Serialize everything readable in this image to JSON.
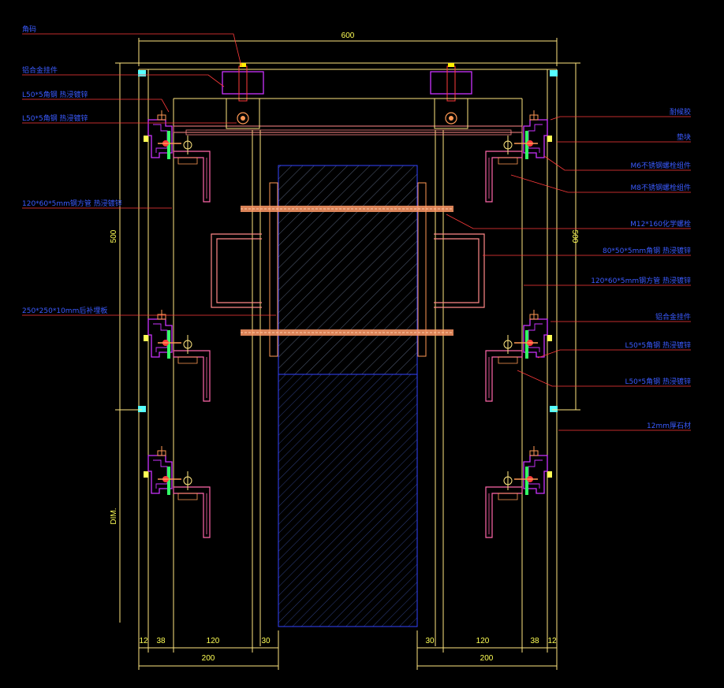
{
  "colors": {
    "background": "#000000",
    "dimension": "#ffff55",
    "outline": "#ffe680",
    "leader": "#ff3b3b",
    "label": "#3b5bff",
    "bracket": "#ff66aa",
    "clip": "#cc33ff",
    "gasket": "#33ff66",
    "bolt": "#ff9955",
    "seal": "#55ffff"
  },
  "dimensions": {
    "top_width": "600",
    "height_left": "500",
    "height_right": "500",
    "left_bottom_label": "DIM.",
    "bottom_segments_left": [
      "12",
      "38",
      "120",
      "30"
    ],
    "bottom_segments_right": [
      "30",
      "120",
      "38",
      "12"
    ],
    "bottom_total_left": "200",
    "bottom_total_right": "200"
  },
  "labels_left": [
    "角码",
    "铝合金挂件",
    "L50*5角钢 热浸镀锌",
    "L50*5角钢 热浸镀锌",
    "120*60*5mm钢方管 热浸镀锌",
    "250*250*10mm后补埋板"
  ],
  "labels_right": [
    "耐候胶",
    "垫块",
    "M6不锈钢螺栓组件",
    "M8不锈钢螺栓组件",
    "M12*160化学螺栓",
    "80*50*5mm角钢 热浸镀锌",
    "120*60*5mm钢方管 热浸镀锌",
    "铝合金挂件",
    "L50*5角钢 热浸镀锌",
    "L50*5角钢 热浸镀锌",
    "12mm厚石材"
  ]
}
